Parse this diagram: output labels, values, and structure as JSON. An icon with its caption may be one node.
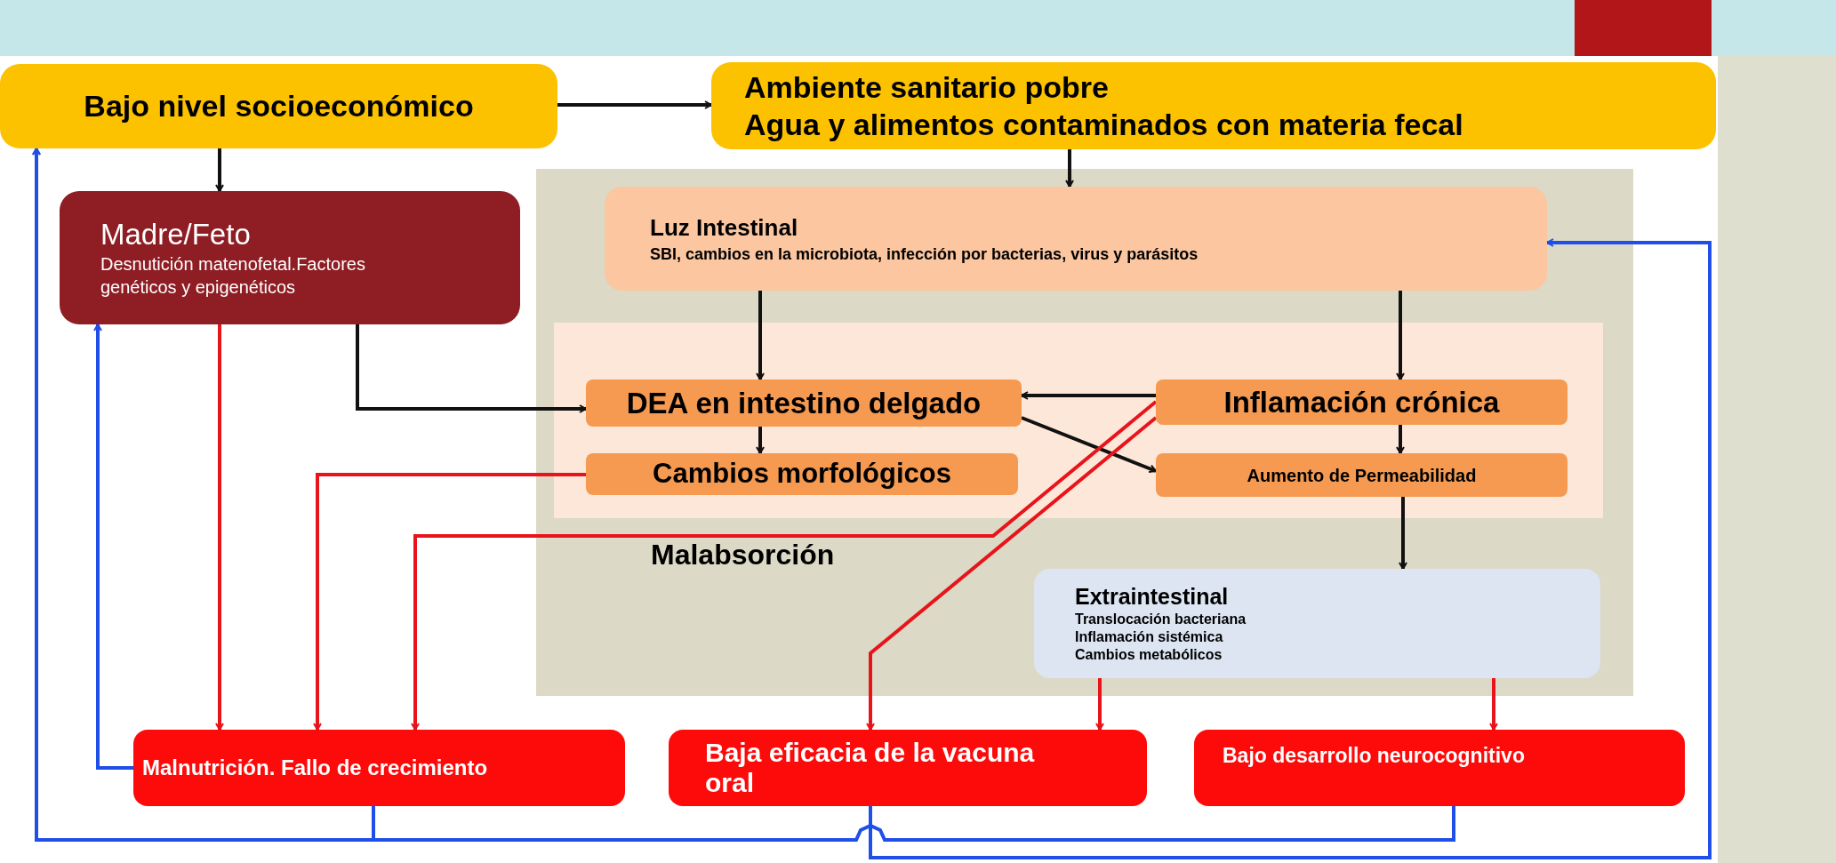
{
  "diagram": {
    "nodes": [
      {
        "text": [
          "Bajo nivel socioeconómico"
        ]
      },
      {
        "text": [
          "Ambiente sanitario pobre",
          "Agua y alimentos contaminados con materia fecal"
        ]
      },
      {
        "text": [
          "Madre/Feto",
          "Desnutición matenofetal.Factores genéticos y epigenéticos"
        ]
      },
      {
        "text": [],
        "shape": "box"
      },
      {
        "text": [
          "Luz Intestinal",
          "SBI, cambios en la microbiota, infección por bacterias, virus y parásitos"
        ],
        "in": 3
      },
      {
        "text": [],
        "shape": "box",
        "in": 3
      },
      {
        "text": [
          "DEA en intestino delgado"
        ],
        "in": 5
      },
      {
        "text": [
          "Inflamación crónica"
        ],
        "in": 5
      },
      {
        "text": [
          "Cambios morfológicos"
        ],
        "in": 5
      },
      {
        "text": [
          "Aumento de Permeabilidad"
        ],
        "in": 5
      },
      {
        "text": [
          "Extraintestinal",
          "Translocación bacteriana",
          "Inflamación sistémica",
          "Cambios metabólicos"
        ],
        "in": 3
      },
      {
        "text": [
          "Malnutrición. Fallo de crecimiento"
        ]
      },
      {
        "text": [
          "Baja eficacia de la vacuna oral"
        ]
      },
      {
        "text": [
          "Bajo desarrollo neurocognitivo"
        ]
      }
    ],
    "edges": [
      {
        "from": 0,
        "to": 1,
        "arrow": "to"
      },
      {
        "from": 0,
        "to": 2,
        "arrow": "to"
      },
      {
        "from": 1,
        "to": 4,
        "arrow": "to"
      },
      {
        "from": 2,
        "to": 6,
        "arrow": "to"
      },
      {
        "from": 4,
        "to": 6,
        "arrow": "to"
      },
      {
        "from": 4,
        "to": 7,
        "arrow": "to"
      },
      {
        "from": 7,
        "to": 6,
        "arrow": "to"
      },
      {
        "from": 6,
        "to": 8,
        "arrow": "to"
      },
      {
        "from": 6,
        "to": 9,
        "arrow": "to"
      },
      {
        "from": 7,
        "to": 9,
        "arrow": "to"
      },
      {
        "from": 9,
        "to": 10,
        "arrow": "to"
      },
      {
        "from": 2,
        "to": 11,
        "arrow": "to",
        "color": "#e8141b"
      },
      {
        "from": 8,
        "to": 11,
        "arrow": "to",
        "color": "#e8141b"
      },
      {
        "from": 7,
        "to": 11,
        "arrow": "to",
        "label": "Malabsorción",
        "color": "#e8141b"
      },
      {
        "from": 7,
        "to": 12,
        "arrow": "to",
        "color": "#e8141b"
      },
      {
        "from": 10,
        "to": 12,
        "arrow": "to",
        "color": "#e8141b"
      },
      {
        "from": 10,
        "to": 13,
        "arrow": "to",
        "color": "#e8141b"
      },
      {
        "from": 11,
        "to": 2,
        "arrow": "to",
        "color": "#1f4fe6"
      },
      {
        "from": 11,
        "to": 0,
        "arrow": "to",
        "color": "#1f4fe6"
      },
      {
        "from": 13,
        "to": 0,
        "arrow": "to",
        "color": "#1f4fe6"
      },
      {
        "from": 12,
        "to": 4,
        "arrow": "to",
        "color": "#1f4fe6"
      }
    ]
  }
}
